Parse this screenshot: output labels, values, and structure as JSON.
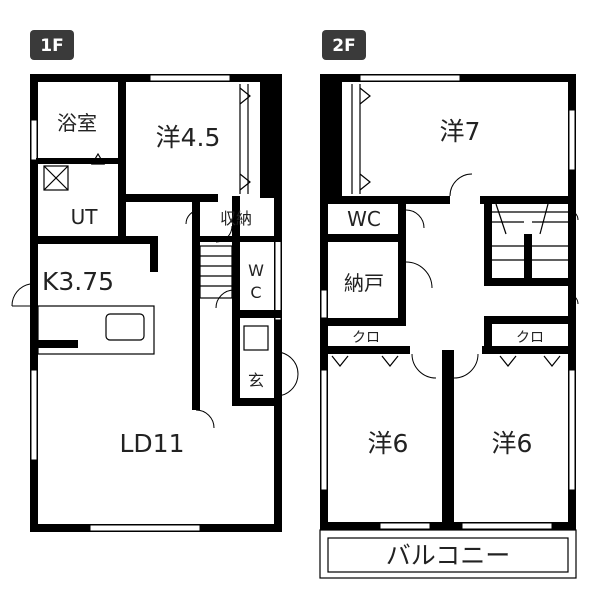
{
  "floors": {
    "first": {
      "tag": "1F",
      "rooms": {
        "bath": "浴室",
        "western": "洋4.5",
        "utility": "UT",
        "storage": "収納",
        "kitchen": "K3.75",
        "toilet_w": "W",
        "toilet_c": "C",
        "entrance": "玄",
        "living": "LD11"
      }
    },
    "second": {
      "tag": "2F",
      "rooms": {
        "western_top": "洋7",
        "toilet": "WC",
        "closet_storage": "納戸",
        "closet_left": "クロ",
        "closet_right": "クロ",
        "western_left": "洋6",
        "western_right": "洋6",
        "balcony": "バルコニー"
      }
    }
  }
}
